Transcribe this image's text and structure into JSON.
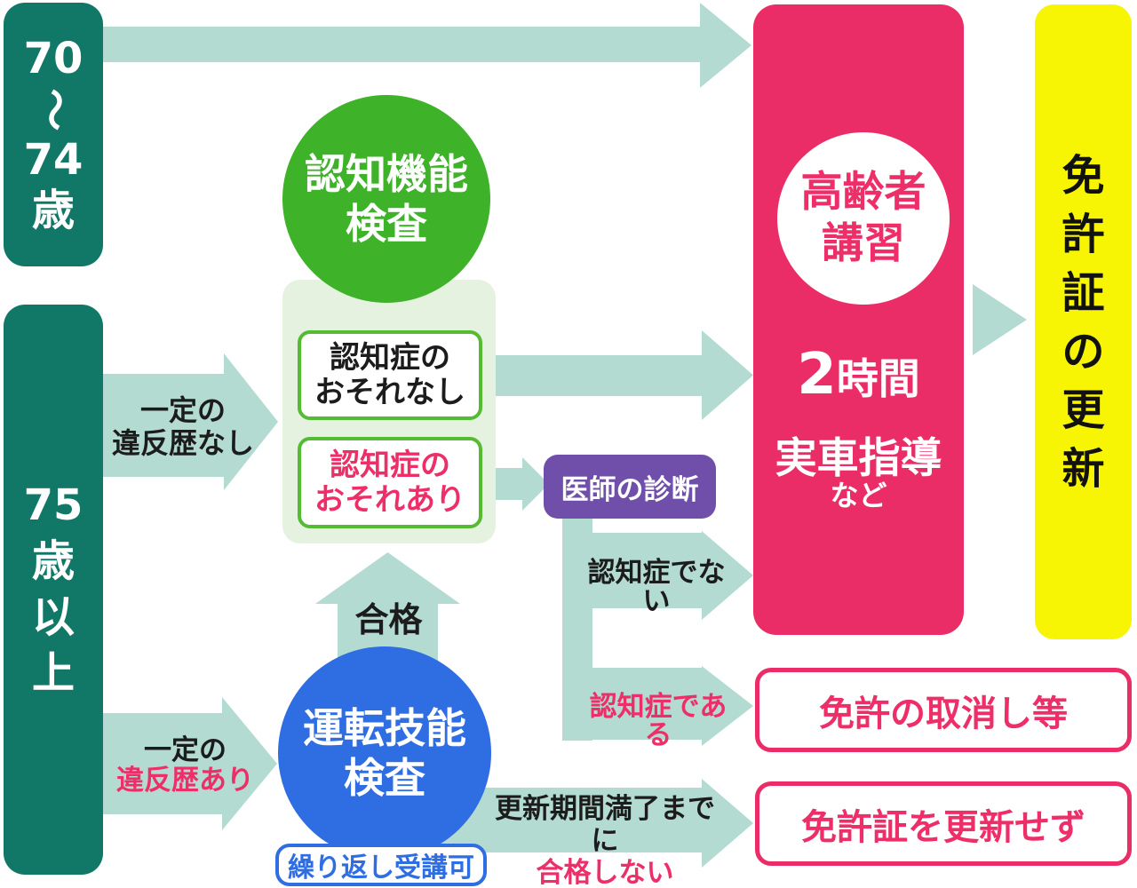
{
  "colors": {
    "teal": "#117868",
    "mint_arrow": "#b3dbd1",
    "green": "#3eb228",
    "green_panel": "#e4f2df",
    "green_border": "#55bb33",
    "pink": "#eb2d67",
    "purple": "#6f4fa9",
    "blue": "#2f6de2",
    "yellow": "#f8f504",
    "text_black": "#1c1c1c",
    "text_white": "#ffffff"
  },
  "nodes": {
    "age70_74": {
      "lines": [
        "70",
        "〜",
        "74",
        "歳"
      ]
    },
    "age75_plus": {
      "lines": [
        "75",
        "歳",
        "以",
        "上"
      ]
    },
    "cognitive_test": {
      "lines": [
        "認知機能",
        "検査"
      ]
    },
    "no_dementia_risk": {
      "lines": [
        "認知症の",
        "おそれなし"
      ]
    },
    "dementia_risk": {
      "lines": [
        "認知症の",
        "おそれあり"
      ]
    },
    "driving_skill_test": {
      "lines": [
        "運転技能",
        "検査"
      ]
    },
    "repeatable_badge": {
      "label": "繰り返し受講可"
    },
    "doctor_diagnosis": {
      "label": "医師の診断"
    },
    "senior_course": {
      "badge_lines": [
        "高齢者",
        "講習"
      ],
      "duration_num": "2",
      "duration_unit": "時間",
      "detail": "実車指導",
      "etc": "など"
    },
    "license_renewal": {
      "chars": [
        "免",
        "許",
        "証",
        "の",
        "更",
        "新"
      ]
    },
    "license_revoked": {
      "label": "免許の取消し等"
    },
    "license_not_renewed": {
      "label": "免許証を更新せず"
    }
  },
  "labels": {
    "no_violation": {
      "line1": "一定の",
      "line2": "違反歴なし"
    },
    "violation": {
      "line1": "一定の",
      "line2": "違反歴あり"
    },
    "pass": {
      "label": "合格"
    },
    "not_dementia": {
      "label": "認知症でない"
    },
    "is_dementia": {
      "label": "認知症である"
    },
    "fail_by_expiry": {
      "line1": "更新期間満了までに",
      "line2": "合格しない"
    }
  }
}
